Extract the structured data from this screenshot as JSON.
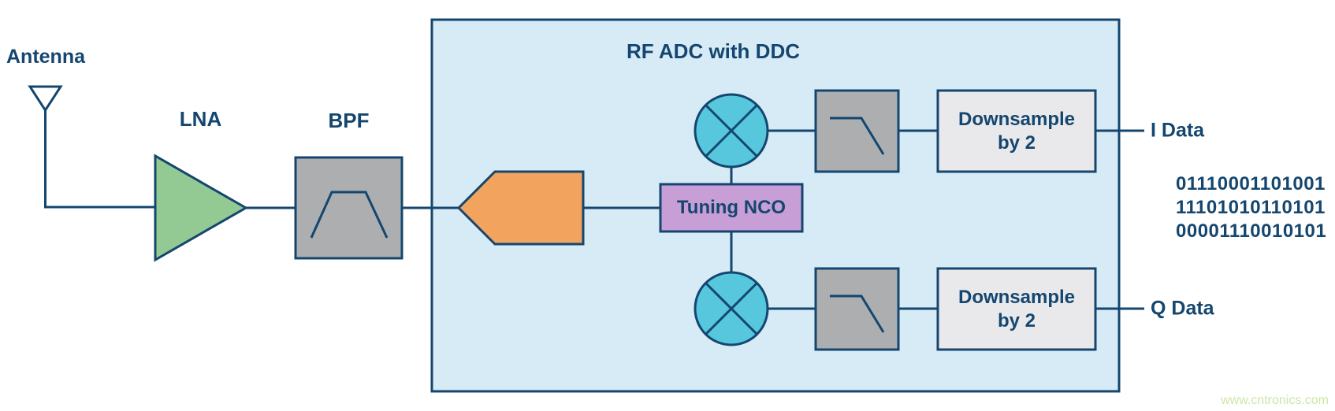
{
  "diagram": {
    "title": "RF ADC with DDC",
    "antenna_label": "Antenna",
    "lna_label": "LNA",
    "bpf_label": "BPF",
    "nco_label": "Tuning NCO",
    "downsample_top": {
      "line1": "Downsample",
      "line2": "by 2"
    },
    "downsample_bottom": {
      "line1": "Downsample",
      "line2": "by 2"
    },
    "i_data_label": "I Data",
    "q_data_label": "Q Data",
    "binary_output": [
      "01110001101001",
      "11101010110101",
      "00001110010101"
    ],
    "watermark": "www.cntronics.com",
    "icons": [
      "antenna-icon",
      "amplifier-triangle-icon",
      "bandpass-filter-icon",
      "adc-arrow-icon",
      "mixer-icon",
      "lowpass-filter-icon"
    ],
    "colors": {
      "navy": "#14466f",
      "panel_light_blue": "#d7ebf6",
      "amp_green": "#93c993",
      "filter_gray": "#acaeb0",
      "downsample_light_gray": "#e9e9eb",
      "adc_orange": "#f2a45e",
      "mixer_teal": "#56c7dd",
      "nco_purple": "#c79fd6",
      "watermark_green": "#cde6a6",
      "background": "#ffffff"
    }
  }
}
